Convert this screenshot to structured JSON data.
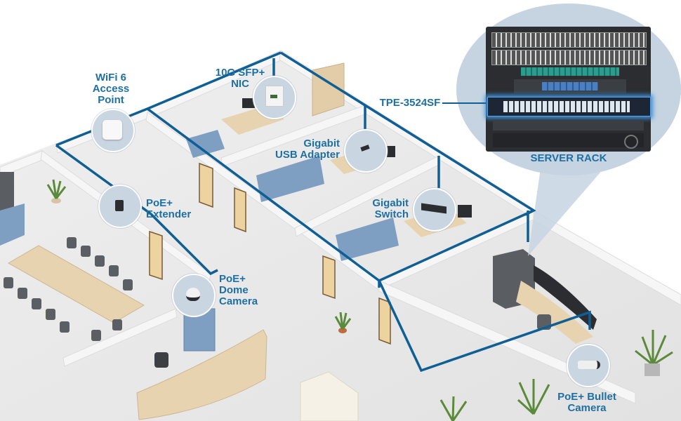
{
  "title": "Network devices deployed across an office floor plan",
  "colors": {
    "accent_blue": "#1e6fa3",
    "cable_blue": "#0f5f95",
    "wall": "#f2f2f2",
    "floor": "#e9e9e9",
    "furniture_blue": "#7e9fc2",
    "wood": "#e8d3b0",
    "callout_bg": "#c9d6e2",
    "rack_dark": "#2b2d30"
  },
  "devices": [
    {
      "id": "wifi",
      "lines": [
        "WiFi 6",
        "Access",
        "Point"
      ],
      "icon": "access-point-icon"
    },
    {
      "id": "nic",
      "lines": [
        "10G SFP+",
        "NIC"
      ],
      "icon": "network-card-icon"
    },
    {
      "id": "usb",
      "lines": [
        "Gigabit",
        "USB Adapter"
      ],
      "icon": "usb-adapter-icon"
    },
    {
      "id": "switch",
      "lines": [
        "Gigabit",
        "Switch"
      ],
      "icon": "switch-icon"
    },
    {
      "id": "extender",
      "lines": [
        "PoE+",
        "Extender"
      ],
      "icon": "poe-extender-icon"
    },
    {
      "id": "dome",
      "lines": [
        "PoE+",
        "Dome",
        "Camera"
      ],
      "icon": "dome-camera-icon"
    },
    {
      "id": "bullet",
      "lines": [
        "PoE+ Bullet",
        "Camera"
      ],
      "icon": "bullet-camera-icon"
    }
  ],
  "server_rack": {
    "title": "SERVER RACK",
    "highlight_label": "TPE-3524SF"
  }
}
